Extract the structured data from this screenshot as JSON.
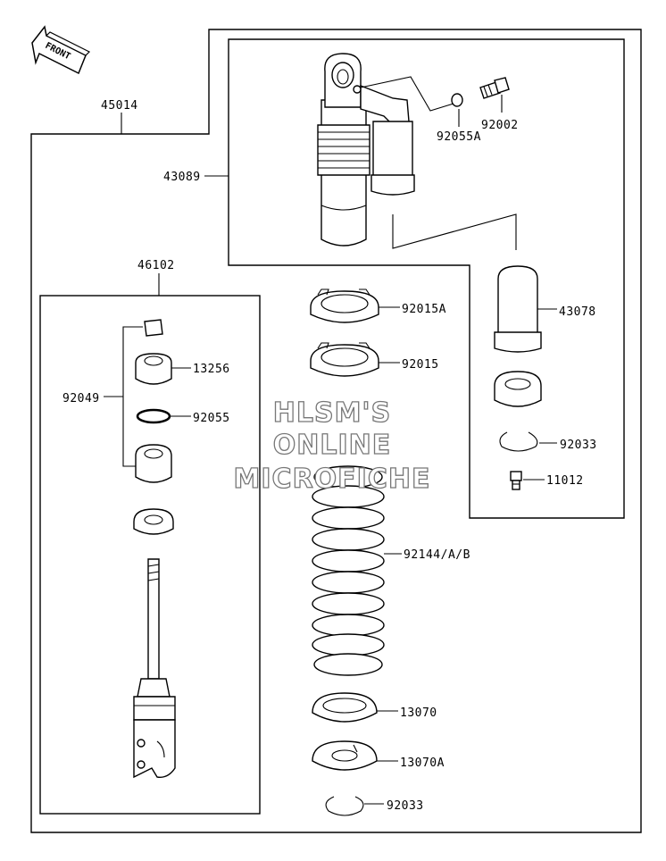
{
  "front_label": "FRONT",
  "labels": {
    "p45014": "45014",
    "p43089": "43089",
    "p92055A": "92055A",
    "p92002": "92002",
    "p46102": "46102",
    "p92015A": "92015A",
    "p43078": "43078",
    "p13256": "13256",
    "p92015": "92015",
    "p92049": "92049",
    "p92055": "92055",
    "p92033a": "92033",
    "p11012": "11012",
    "p92144": "92144/A/B",
    "p13070": "13070",
    "p13070A": "13070A",
    "p92033b": "92033"
  },
  "watermark": {
    "line1": "HLSM'S",
    "line2": "ONLINE",
    "line3": "MICROFICHE"
  },
  "colors": {
    "line": "#000000",
    "watermark_outline": "#777777"
  }
}
